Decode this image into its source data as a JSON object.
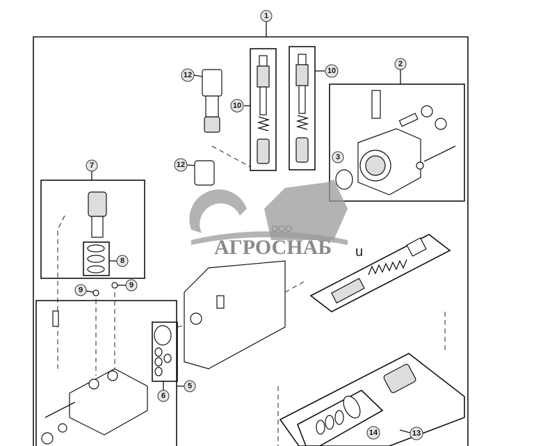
{
  "diagram": {
    "callouts": [
      {
        "id": "c1",
        "label": "1"
      },
      {
        "id": "c2",
        "label": "2"
      },
      {
        "id": "c3",
        "label": "3"
      },
      {
        "id": "c5",
        "label": "5"
      },
      {
        "id": "c6",
        "label": "6"
      },
      {
        "id": "c7",
        "label": "7"
      },
      {
        "id": "c8",
        "label": "8"
      },
      {
        "id": "c9a",
        "label": "9"
      },
      {
        "id": "c9b",
        "label": "9"
      },
      {
        "id": "c10a",
        "label": "10"
      },
      {
        "id": "c10b",
        "label": "10"
      },
      {
        "id": "c12a",
        "label": "12"
      },
      {
        "id": "c12b",
        "label": "12"
      },
      {
        "id": "c13",
        "label": "13"
      },
      {
        "id": "c14",
        "label": "14"
      }
    ],
    "stray_text": "u"
  },
  "watermark": {
    "prefix": "ООО",
    "name": "АГРОСНАБ"
  }
}
